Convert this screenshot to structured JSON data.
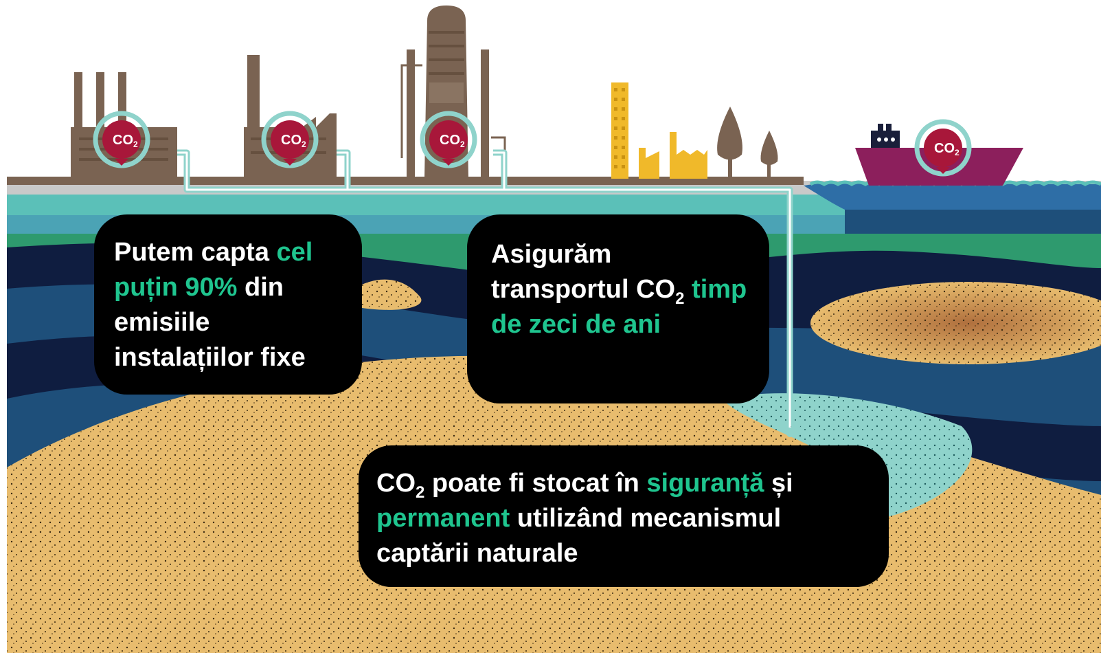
{
  "diagram": {
    "co2_badge": {
      "text": "CO",
      "subscript": "2"
    },
    "callouts": [
      {
        "id": "capture",
        "parts": [
          {
            "text": "Putem capta ",
            "highlight": false
          },
          {
            "text": "cel puțin 90%",
            "highlight": true
          },
          {
            "text": " din emisiile instalațiilor fixe",
            "highlight": false
          }
        ]
      },
      {
        "id": "transport",
        "parts": [
          {
            "text": "Asigurăm transportul CO",
            "highlight": false
          },
          {
            "text": "2",
            "highlight": false,
            "subscript": true
          },
          {
            "text": " ",
            "highlight": false
          },
          {
            "text": "timp de zeci de ani",
            "highlight": true
          }
        ]
      },
      {
        "id": "storage",
        "parts": [
          {
            "text": "CO",
            "highlight": false
          },
          {
            "text": "2",
            "highlight": false,
            "subscript": true
          },
          {
            "text": " poate fi stocat în ",
            "highlight": false
          },
          {
            "text": "siguranță",
            "highlight": true
          },
          {
            "text": " și ",
            "highlight": false
          },
          {
            "text": "permanent",
            "highlight": true
          },
          {
            "text": " utilizând mecanismul captării naturale",
            "highlight": false
          }
        ]
      }
    ]
  },
  "colors": {
    "highlight": "#1fc58f",
    "callout_bg": "#000000",
    "factory": "#7a6352",
    "pipe": "#8fd3cb",
    "badge": "#a8173a",
    "ship": "#8c1f5c",
    "sand": "#e8bc6e",
    "navy": "#0f1d40",
    "blue": "#1e4f7a",
    "green": "#2e9a6e",
    "teal": "#5bc0b8",
    "buildings_yellow": "#f0b92a"
  }
}
